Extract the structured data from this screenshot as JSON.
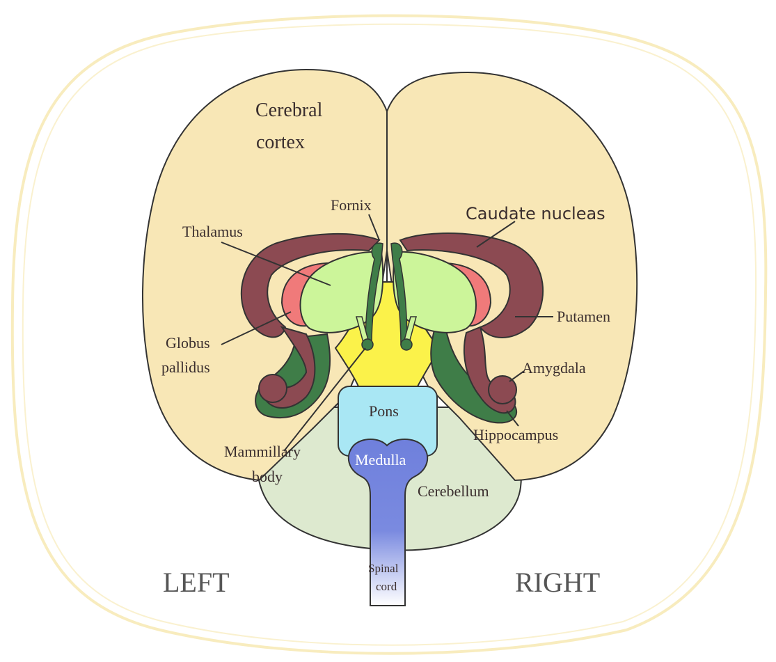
{
  "labels": {
    "cerebral_cortex_line1": "Cerebral",
    "cerebral_cortex_line2": "cortex",
    "fornix": "Fornix",
    "caudate_nucleus": "Caudate nucleas",
    "thalamus": "Thalamus",
    "putamen": "Putamen",
    "globus_pallidus_line1": "Globus",
    "globus_pallidus_line2": "pallidus",
    "amygdala": "Amygdala",
    "pons": "Pons",
    "hippocampus": "Hippocampus",
    "mammillary_line1": "Mammillary",
    "mammillary_line2": "body",
    "medulla": "Medulla",
    "cerebellum": "Cerebellum",
    "spinal_line1": "Spinal",
    "spinal_line2": "cord",
    "left": "LEFT",
    "right": "RIGHT"
  },
  "colors": {
    "cortex": "#f8e7b6",
    "cerebellum": "#dde9cf",
    "caudate": "#8c4a52",
    "globus": "#f07a7a",
    "thalamus": "#ccf59a",
    "ventricle": "#fbf24a",
    "hippocampus": "#3f7d48",
    "pons": "#a9e7f4",
    "medulla": "#6f80dc",
    "frame": "#f6e6a8"
  }
}
